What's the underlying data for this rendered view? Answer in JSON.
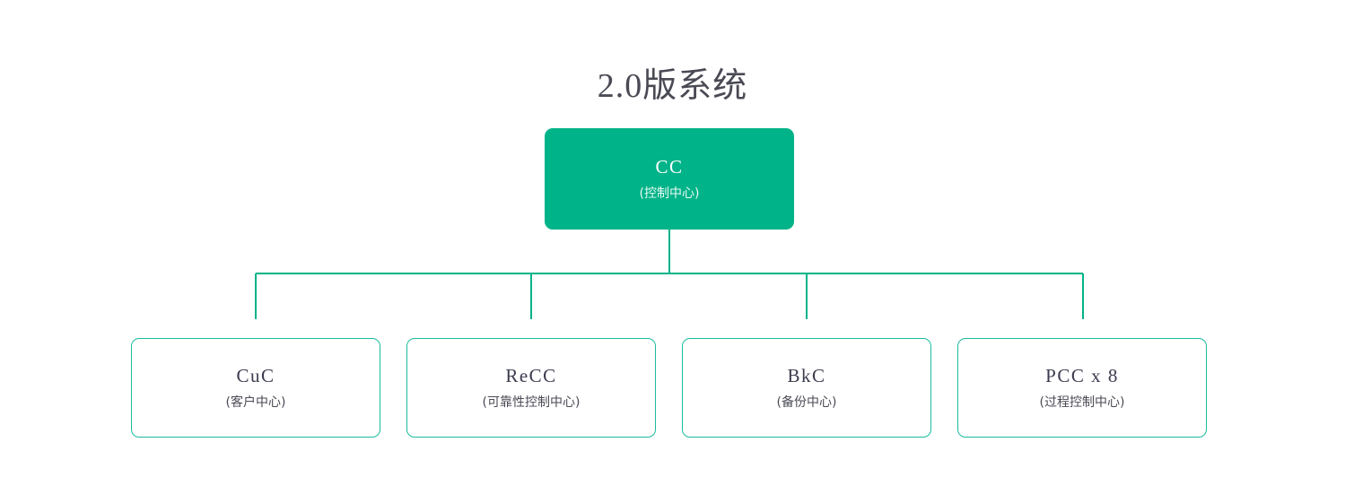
{
  "title": "2.0版系统",
  "colors": {
    "accent": "#00b388",
    "border": "#1abc9c",
    "connector": "#00b388",
    "title_text": "#4a4a55",
    "node_text": "#3b3b4f",
    "root_text": "#ffffff",
    "background": "#ffffff"
  },
  "chart_data": {
    "type": "diagram",
    "diagram_type": "organizational-tree",
    "title": "2.0版系统",
    "orientation": "top-down",
    "root": {
      "code": "CC",
      "description": "(控制中心)"
    },
    "children": [
      {
        "code": "CuC",
        "description": "(客户中心)"
      },
      {
        "code": "ReCC",
        "description": "(可靠性控制中心)"
      },
      {
        "code": "BkC",
        "description": "(备份中心)"
      },
      {
        "code": "PCC x 8",
        "description": "(过程控制中心)"
      }
    ]
  }
}
